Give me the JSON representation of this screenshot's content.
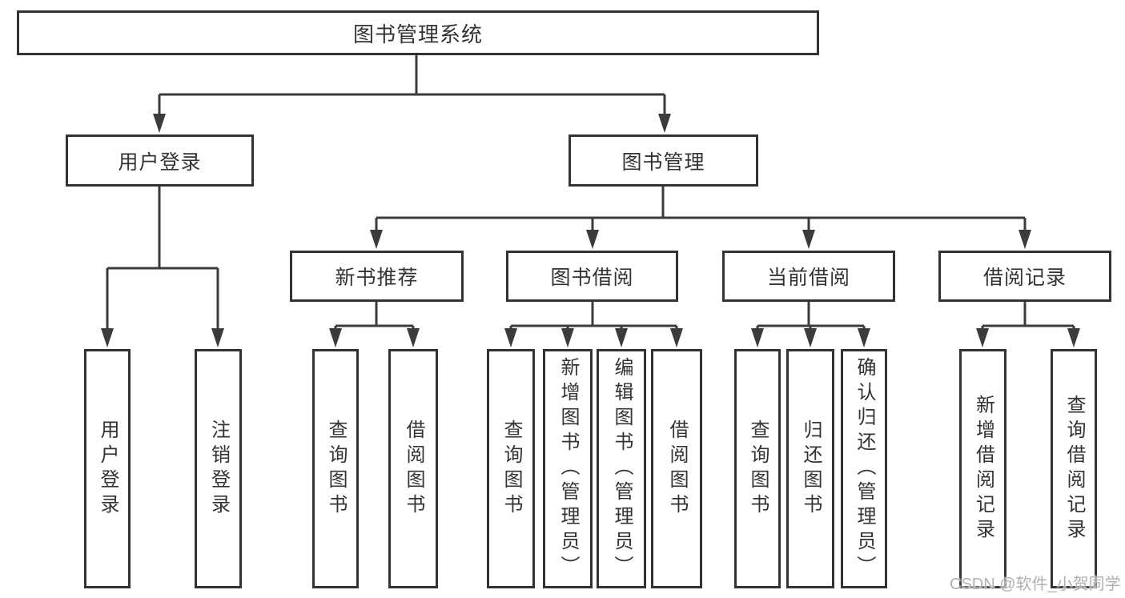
{
  "diagram": {
    "root": {
      "label": "图书管理系统"
    },
    "branches": [
      {
        "label": "用户登录"
      },
      {
        "label": "图书管理"
      }
    ],
    "modules": [
      {
        "label": "新书推荐"
      },
      {
        "label": "图书借阅"
      },
      {
        "label": "当前借阅"
      },
      {
        "label": "借阅记录"
      }
    ],
    "functions": [
      {
        "label": "用户登录"
      },
      {
        "label": "注销登录"
      },
      {
        "label": "查询图书"
      },
      {
        "label": "借阅图书"
      },
      {
        "label": "查询图书"
      },
      {
        "label": "新增图书（管理员）"
      },
      {
        "label": "编辑图书（管理员）"
      },
      {
        "label": "借阅图书"
      },
      {
        "label": "查询图书"
      },
      {
        "label": "归还图书"
      },
      {
        "label": "确认归还（管理员）"
      },
      {
        "label": "新增借阅记录"
      },
      {
        "label": "查询借阅记录"
      }
    ]
  },
  "watermark": {
    "text": "CSDN @软件_小贺同学"
  },
  "colors": {
    "line": "#3b3b3e",
    "text": "#333333",
    "box_border": "#333336",
    "background": "#ffffff",
    "watermark": "#b0b0b0"
  }
}
